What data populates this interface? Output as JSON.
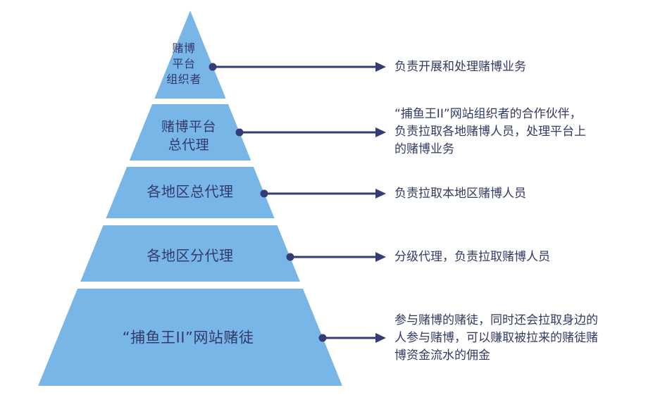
{
  "colors": {
    "pyramid": "#79b6e8",
    "arrow": "#333c74",
    "text": "#323a6b"
  },
  "pyramid": {
    "tiers": [
      {
        "label": "赌博\n平台\n组织者",
        "description": "负责开展和处理赌博业务"
      },
      {
        "label": "赌博平台\n总代理",
        "description": "“捕鱼王II”网站组织者的合作伙伴，\n负责拉取各地赌博人员，处理平台上\n的赌博业务"
      },
      {
        "label": "各地区总代理",
        "description": "负责拉取本地区赌博人员"
      },
      {
        "label": "各地区分代理",
        "description": "分级代理，负责拉取赌博人员"
      },
      {
        "label": "“捕鱼王II”网站赌徒",
        "description": "参与赌博的赌徒，同时还会拉取身边的\n人参与赌博，可以赚取被拉来的赌徒赌\n博资金流水的佣金"
      }
    ]
  }
}
